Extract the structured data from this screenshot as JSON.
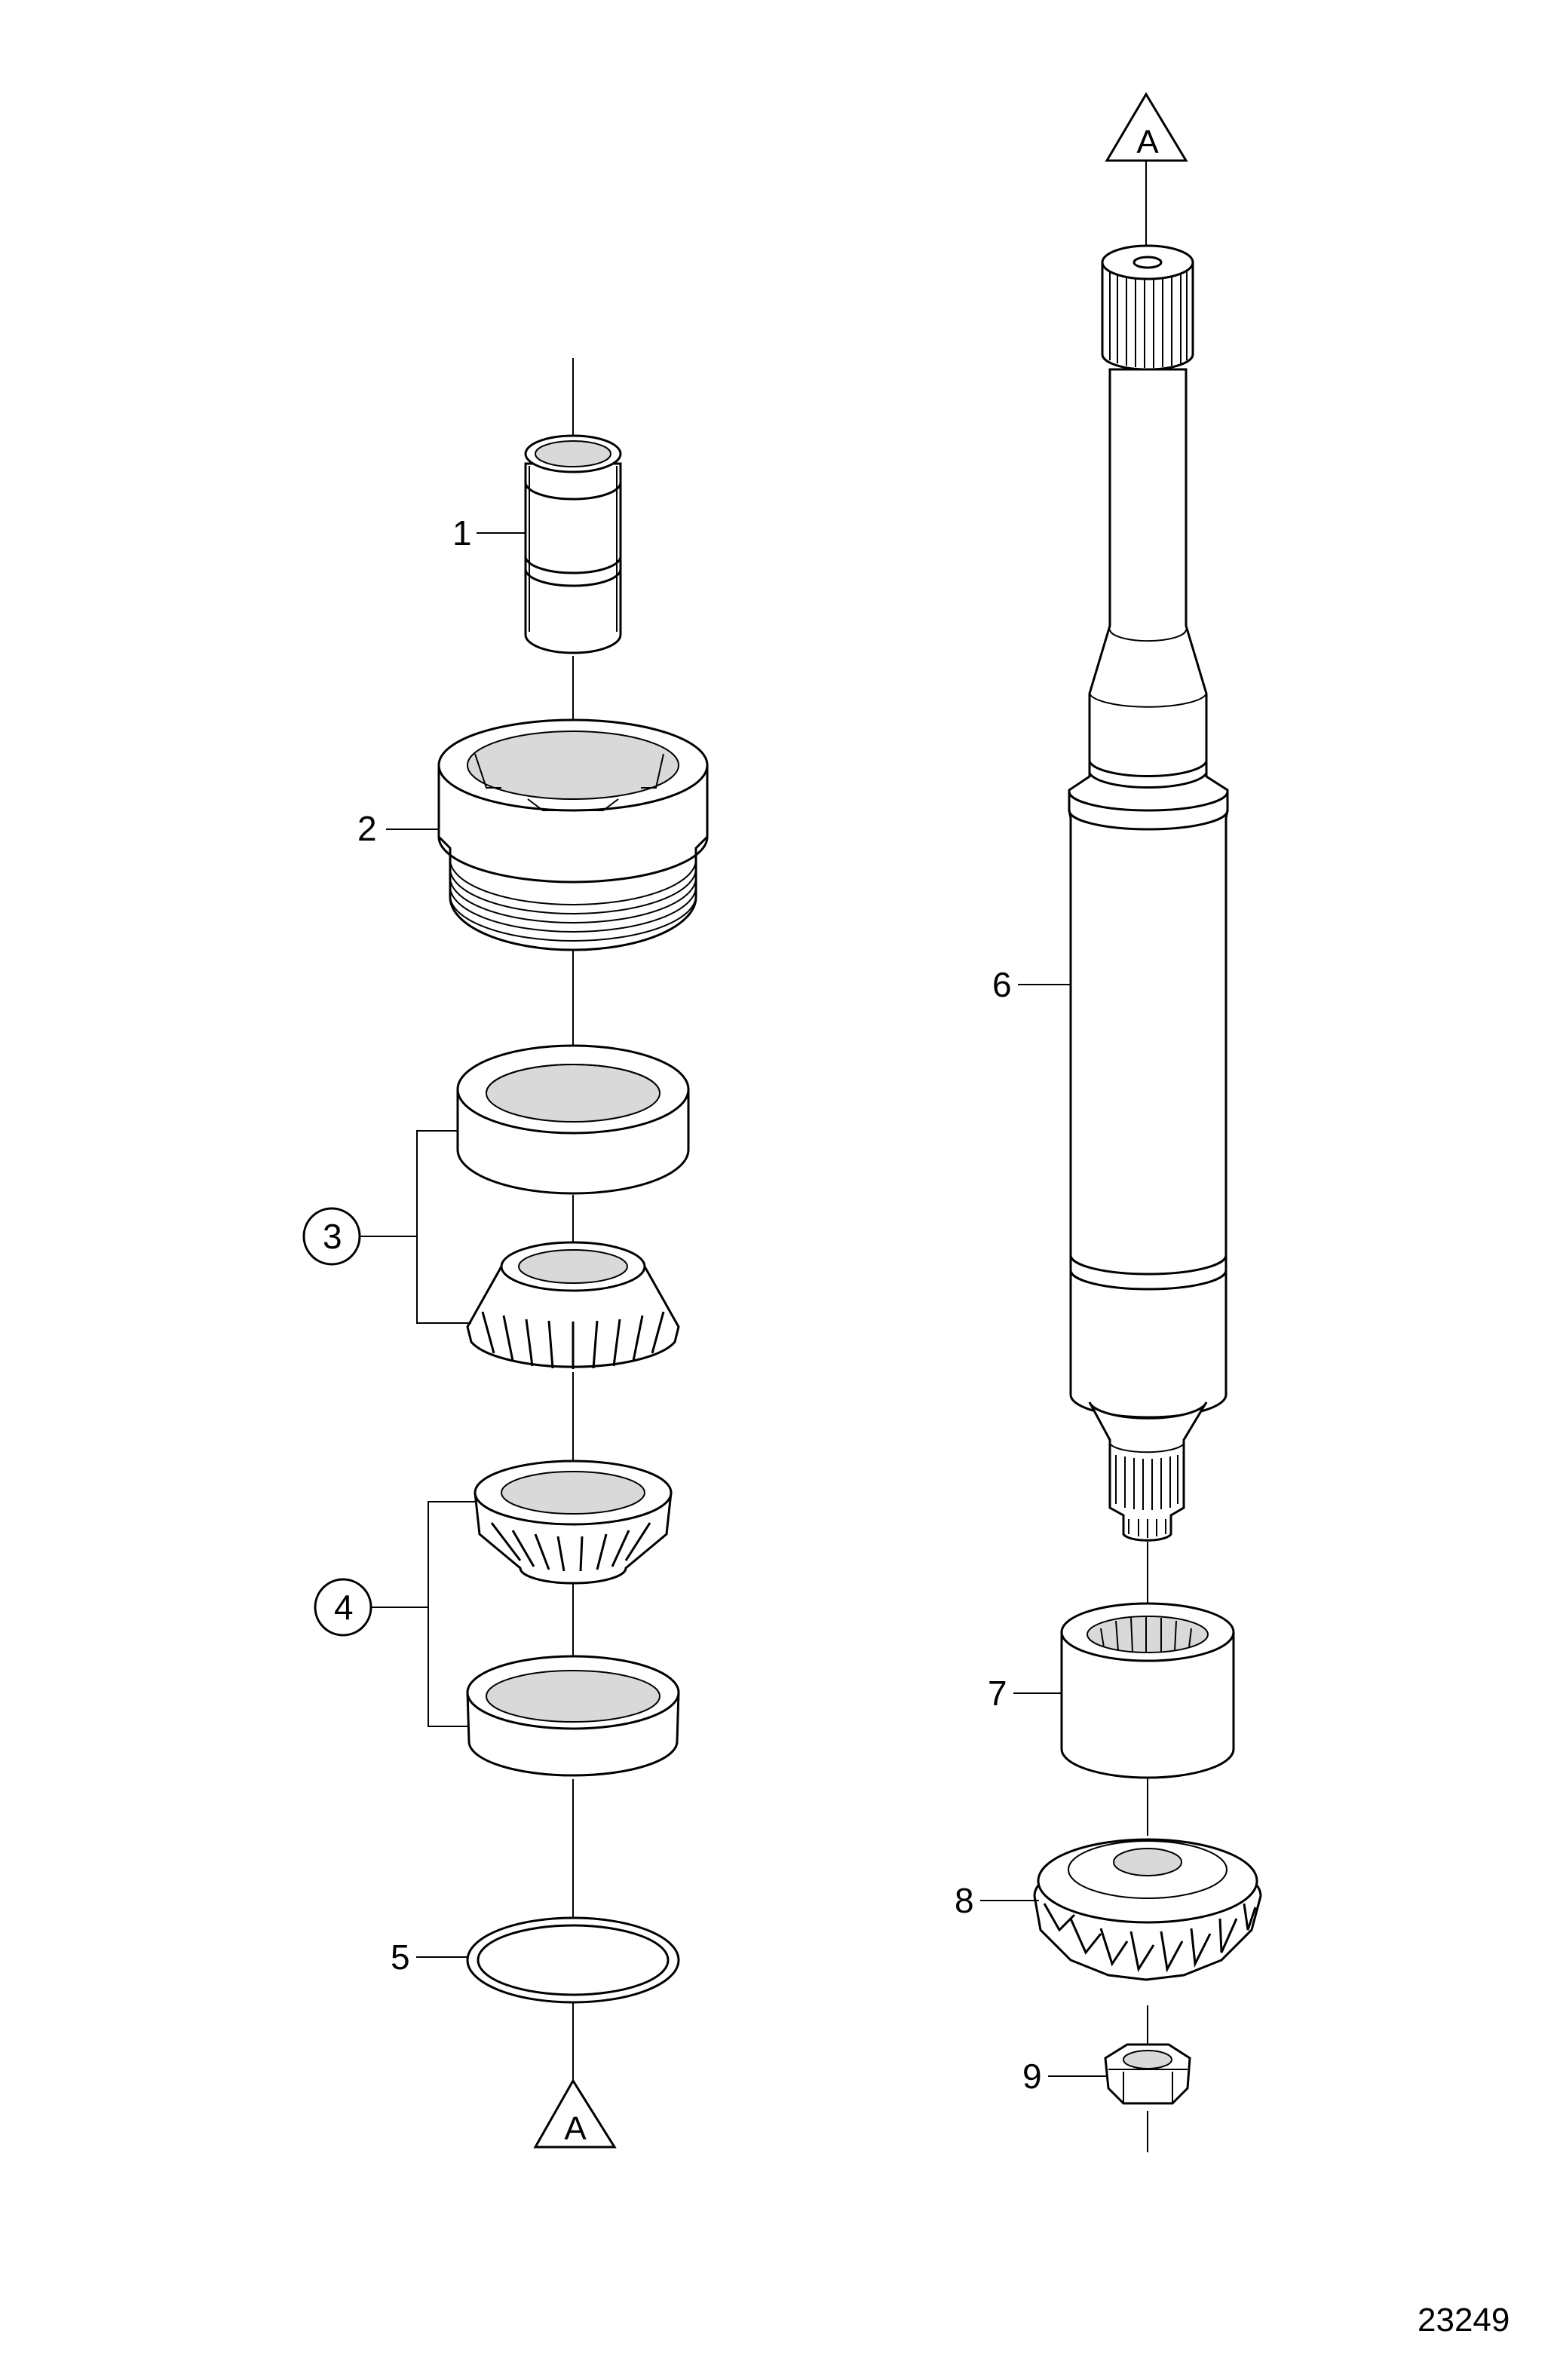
{
  "callouts": {
    "c1": "1",
    "c2": "2",
    "c3": "3",
    "c4": "4",
    "c5": "5",
    "c6": "6",
    "c7": "7",
    "c8": "8",
    "c9": "9"
  },
  "connectors": {
    "top_right": "A",
    "bottom_left": "A"
  },
  "figure_number": "23249"
}
